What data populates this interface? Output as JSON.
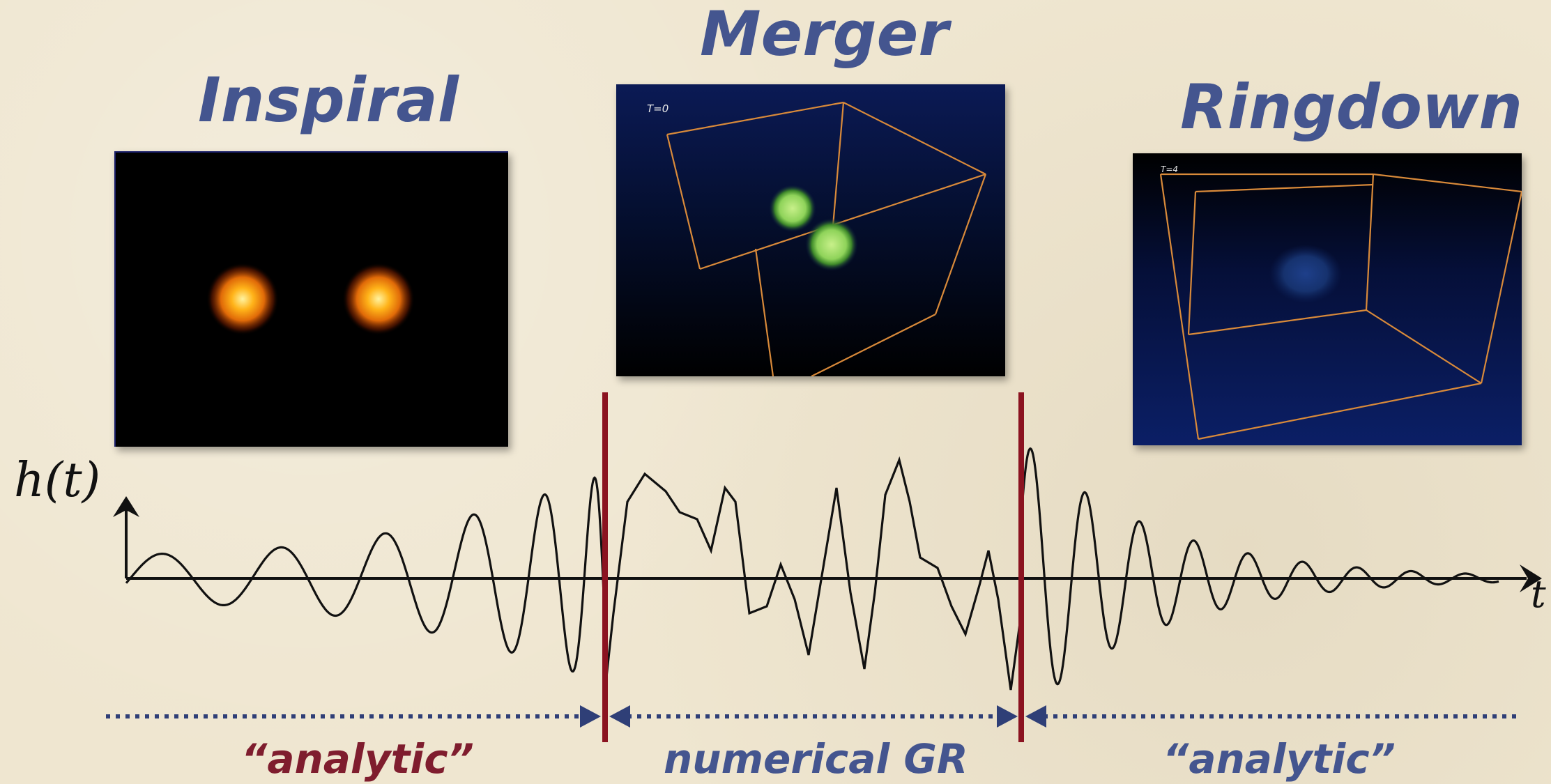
{
  "titles": {
    "inspiral": "Inspiral",
    "merger": "Merger",
    "ringdown": "Ringdown"
  },
  "panels": {
    "merger_time_label": "T=0",
    "ringdown_time_label": "T=4"
  },
  "axes": {
    "y_label": "h(t)",
    "x_label": "t"
  },
  "regions": {
    "left": "“analytic”",
    "middle": "numerical GR",
    "right": "“analytic”"
  },
  "colors": {
    "title": "#44558f",
    "separator": "#8b1320",
    "arrow": "#2f3f77",
    "left_region": "#7f1d2e",
    "middle_region": "#44558f",
    "right_region": "#44558f",
    "waveform": "#111111",
    "wireframe": "#d98a3a"
  }
}
